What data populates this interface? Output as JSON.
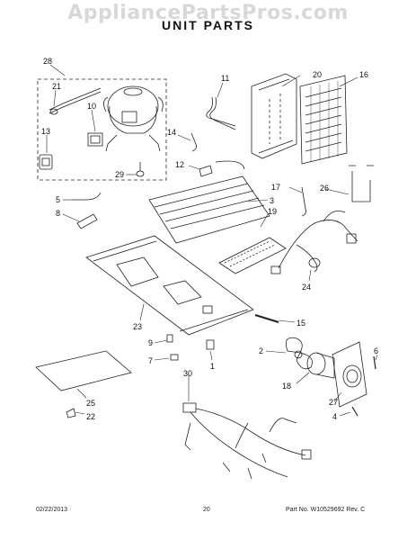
{
  "watermark": "AppliancePartsPros.com",
  "title": "UNIT PARTS",
  "footer": {
    "date": "02/22/2013",
    "page": "20",
    "part_no": "Part No. W10529692 Rev. C"
  },
  "callouts": [
    "28",
    "21",
    "10",
    "13",
    "11",
    "20",
    "16",
    "14",
    "12",
    "17",
    "3",
    "19",
    "26",
    "5",
    "8",
    "29",
    "24",
    "15",
    "23",
    "9",
    "2",
    "6",
    "7",
    "1",
    "18",
    "30",
    "25",
    "27",
    "4",
    "22"
  ]
}
